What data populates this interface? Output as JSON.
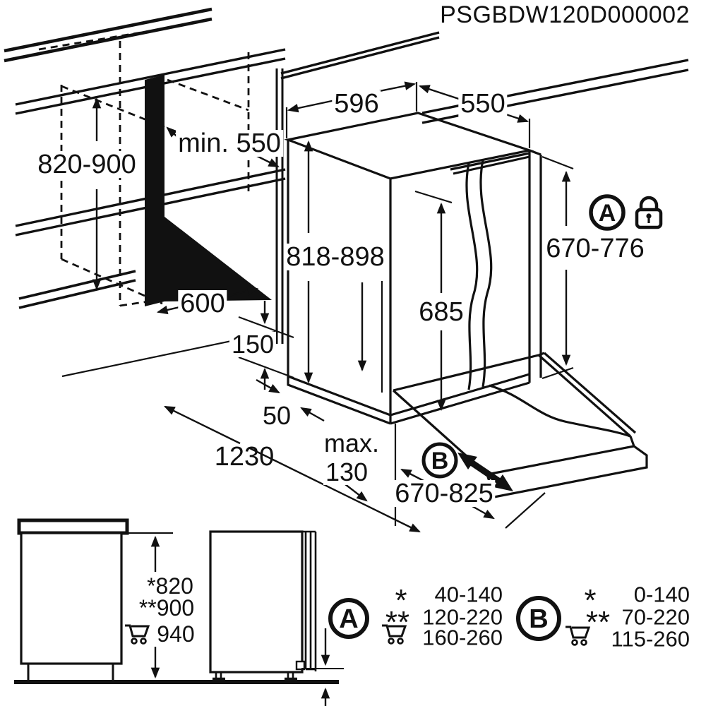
{
  "title": "PSGBDW120D000002",
  "colors": {
    "line": "#111111",
    "background": "#ffffff"
  },
  "dimensions": {
    "niche_height": "820-900",
    "niche_depth": "min. 550",
    "niche_width": "600",
    "appliance_width": "596",
    "appliance_depth": "550",
    "appliance_height": "818-898",
    "door_height": "685",
    "panel_a_height": "670-776",
    "plinth_height": "150",
    "plinth_gap": "50",
    "pullout_depth": "1230",
    "max_label": "max.",
    "max_value": "130",
    "panel_b_travel": "670-825"
  },
  "markers": {
    "a": "A",
    "b": "B"
  },
  "worktop_heights": {
    "standard": "*820",
    "high": "**900",
    "trolley": "940"
  },
  "table_a": {
    "label": "A",
    "rows": [
      {
        "symbol": "*",
        "range": "40-140"
      },
      {
        "symbol": "**",
        "range": "120-220"
      },
      {
        "symbol": "cart",
        "range": "160-260"
      }
    ]
  },
  "table_b": {
    "label": "B",
    "rows": [
      {
        "symbol": "*",
        "range": "0-140"
      },
      {
        "symbol": "**",
        "range": "70-220"
      },
      {
        "symbol": "cart",
        "range": "115-260"
      }
    ]
  }
}
